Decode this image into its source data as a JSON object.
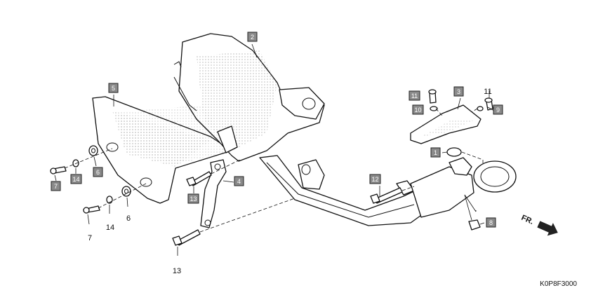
{
  "diagram_code": "K0P8F3000",
  "direction_label": "FR.",
  "callouts": [
    {
      "id": "c2",
      "label": "2",
      "boxed": true
    },
    {
      "id": "c5",
      "label": "5",
      "boxed": true
    },
    {
      "id": "c3",
      "label": "3",
      "boxed": true
    },
    {
      "id": "c11a",
      "label": "11",
      "boxed": true
    },
    {
      "id": "c10",
      "label": "10",
      "boxed": true
    },
    {
      "id": "c11b",
      "label": "11",
      "boxed": false
    },
    {
      "id": "c9",
      "label": "9",
      "boxed": true
    },
    {
      "id": "c1",
      "label": "1",
      "boxed": true
    },
    {
      "id": "c6a",
      "label": "6",
      "boxed": true
    },
    {
      "id": "c14a",
      "label": "14",
      "boxed": true
    },
    {
      "id": "c7a",
      "label": "7",
      "boxed": true
    },
    {
      "id": "c6b",
      "label": "6",
      "boxed": false
    },
    {
      "id": "c14b",
      "label": "14",
      "boxed": false
    },
    {
      "id": "c7b",
      "label": "7",
      "boxed": false
    },
    {
      "id": "c4",
      "label": "4",
      "boxed": true
    },
    {
      "id": "c13a",
      "label": "13",
      "boxed": true
    },
    {
      "id": "c13b",
      "label": "13",
      "boxed": false
    },
    {
      "id": "c12",
      "label": "12",
      "boxed": true
    },
    {
      "id": "c8",
      "label": "8",
      "boxed": true
    }
  ]
}
